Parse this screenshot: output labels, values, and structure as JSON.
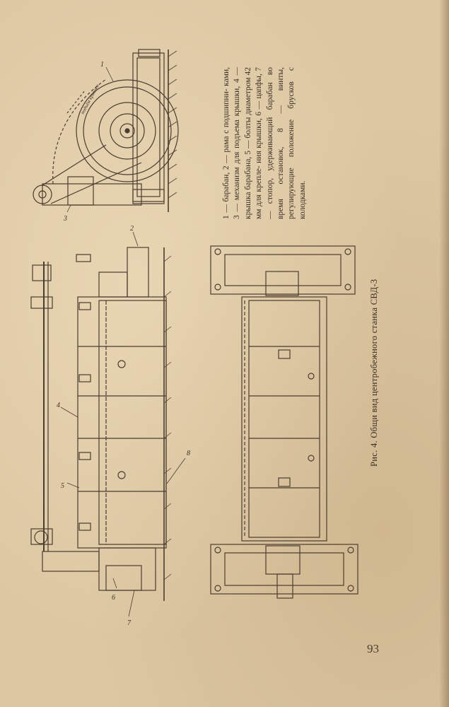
{
  "figure": {
    "caption": "Рис. 4. Общи  вид центробежного станка СВД-3",
    "legend": "1 — барабан, 2 — рама с подшипни- ками, 3 — механизм для подъема крышки, 4 — крышка барабана, 5 — болты диаметром 42 мм для крепле- ния крышки, 6 — цапфы, 7 — стопор, удерживающий барабан во время остановок, 8 — винты, регулирующие положение брусков с колодками.",
    "side_view_note": "подъём крышки",
    "callouts": [
      "1",
      "2",
      "3",
      "4",
      "5",
      "6",
      "7",
      "8"
    ]
  },
  "page_number": "93"
}
